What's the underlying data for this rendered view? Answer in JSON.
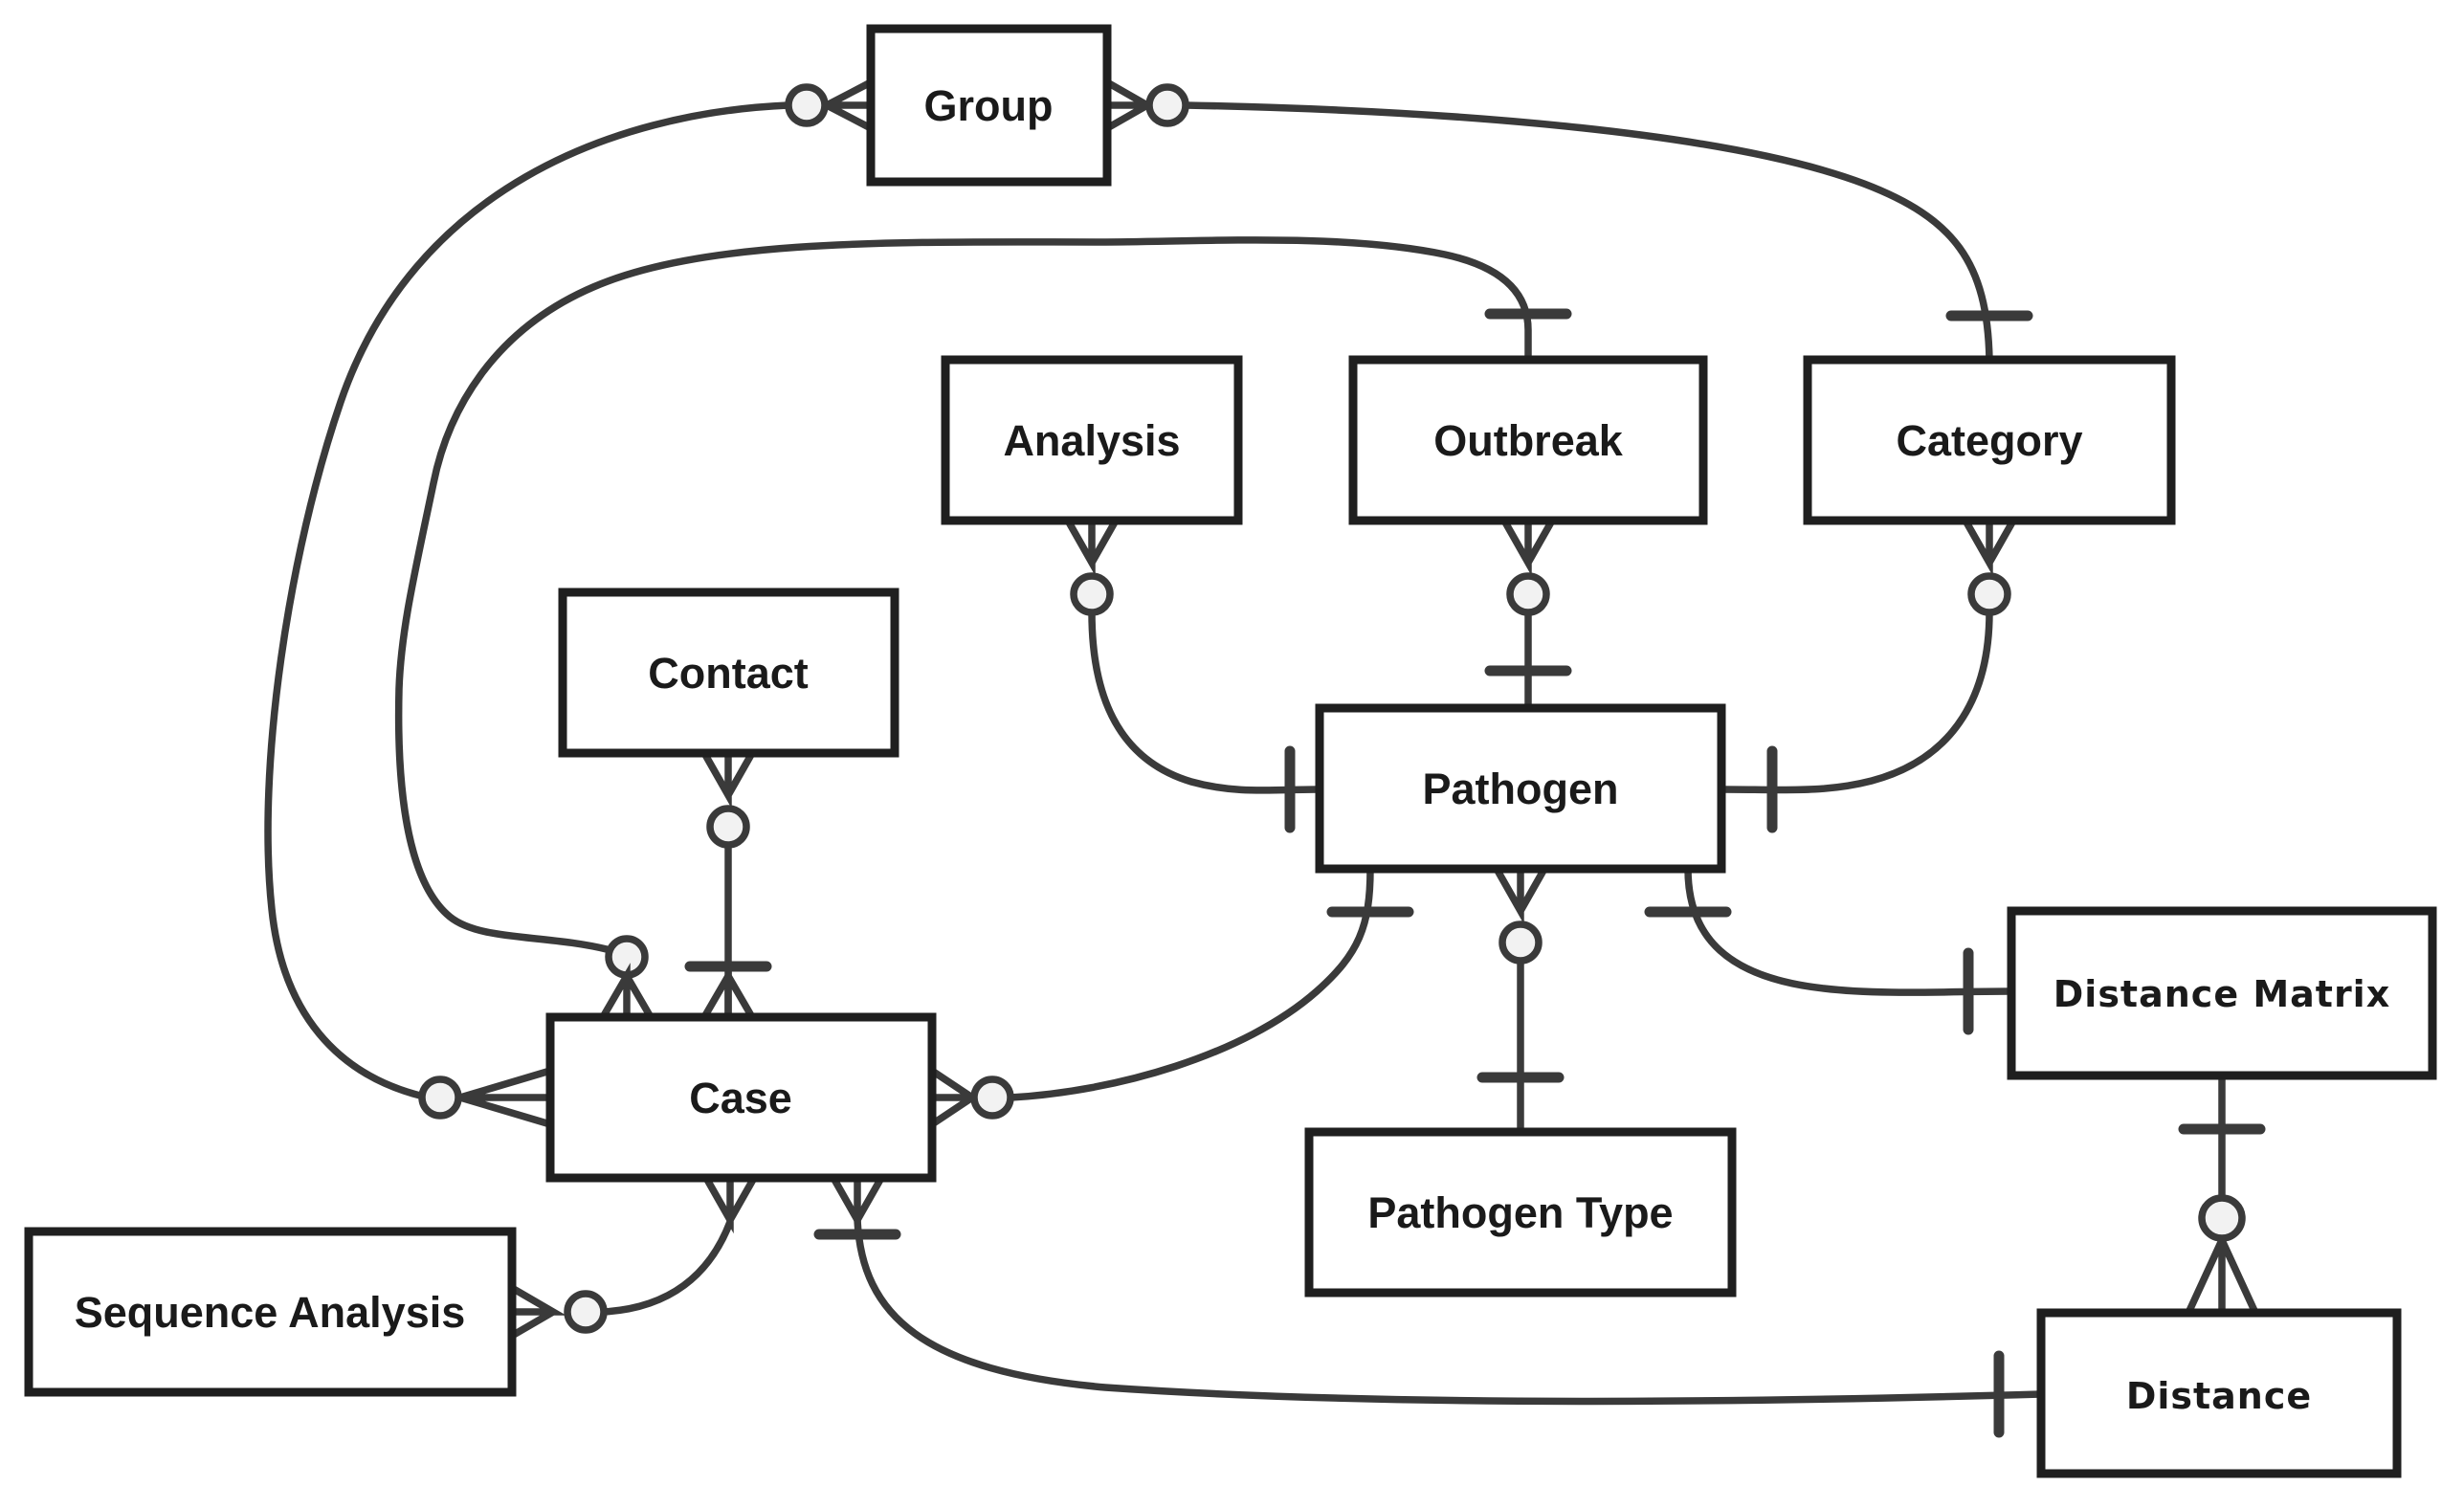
{
  "diagram": {
    "type": "entity-relationship-diagram",
    "notation": "crows-foot",
    "entities": [
      {
        "id": "group",
        "label": "Group"
      },
      {
        "id": "analysis",
        "label": "Analysis"
      },
      {
        "id": "outbreak",
        "label": "Outbreak"
      },
      {
        "id": "category",
        "label": "Category"
      },
      {
        "id": "contact",
        "label": "Contact"
      },
      {
        "id": "pathogen",
        "label": "Pathogen"
      },
      {
        "id": "case",
        "label": "Case"
      },
      {
        "id": "distance_matrix",
        "label": "Distance Matrix"
      },
      {
        "id": "pathogen_type",
        "label": "Pathogen Type"
      },
      {
        "id": "sequence_analysis",
        "label": "Sequence Analysis"
      },
      {
        "id": "distance",
        "label": "Distance"
      }
    ],
    "relationships": [
      {
        "from": "Case",
        "to": "Group",
        "from_end": "zero-or-many",
        "to_end": "zero-or-many"
      },
      {
        "from": "Case",
        "to": "Outbreak",
        "from_end": "zero-or-many",
        "to_end": "one"
      },
      {
        "from": "Group",
        "to": "Category",
        "from_end": "zero-or-many",
        "to_end": "one"
      },
      {
        "from": "Case",
        "to": "Pathogen",
        "from_end": "zero-or-many",
        "to_end": "one"
      },
      {
        "from": "Analysis",
        "to": "Pathogen",
        "from_end": "zero-or-many",
        "to_end": "one"
      },
      {
        "from": "Outbreak",
        "to": "Pathogen",
        "from_end": "zero-or-many",
        "to_end": "one"
      },
      {
        "from": "Category",
        "to": "Pathogen",
        "from_end": "zero-or-many",
        "to_end": "one"
      },
      {
        "from": "Pathogen",
        "to": "Pathogen Type",
        "from_end": "zero-or-many",
        "to_end": "one"
      },
      {
        "from": "Pathogen",
        "to": "Distance Matrix",
        "from_end": "one",
        "to_end": "one"
      },
      {
        "from": "Distance Matrix",
        "to": "Distance",
        "from_end": "one",
        "to_end": "zero-or-many"
      },
      {
        "from": "Case",
        "to": "Distance",
        "from_end": "one-or-many",
        "to_end": "one"
      },
      {
        "from": "Contact",
        "to": "Case",
        "from_end": "zero-or-many",
        "to_end": "one-or-many"
      },
      {
        "from": "Sequence Analysis",
        "to": "Case",
        "from_end": "zero-or-many",
        "to_end": "many"
      }
    ]
  },
  "colors": {
    "background": "#ffffff",
    "line": "#3a3a3a",
    "box_border": "#1f1f1f",
    "box_fill": "#ffffff",
    "marker_fill": "#f2f2f2",
    "text": "#1a1a1a"
  }
}
